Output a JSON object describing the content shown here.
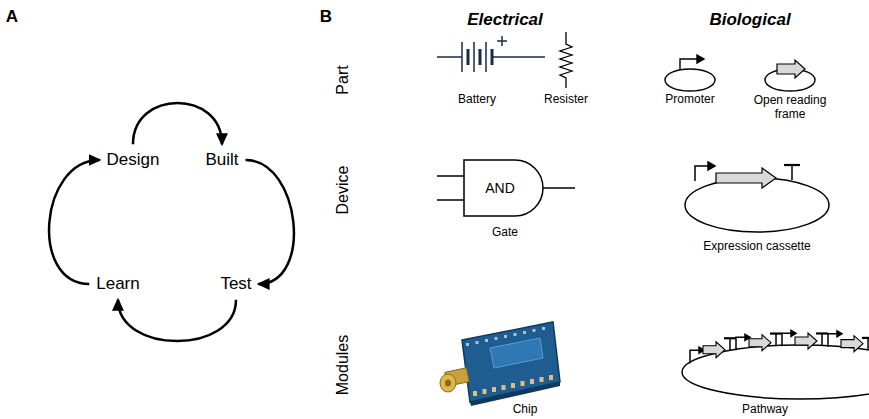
{
  "diagram": {
    "nodes": [
      {
        "text": [
          "Design"
        ]
      },
      {
        "text": [
          "Built"
        ]
      },
      {
        "text": [
          "Learn"
        ]
      },
      {
        "text": [
          "Test"
        ]
      }
    ],
    "edges": [
      {
        "from": 0,
        "to": 1,
        "arrow": "to"
      },
      {
        "from": 1,
        "to": 3,
        "arrow": "to"
      },
      {
        "from": 3,
        "to": 2,
        "arrow": "to"
      },
      {
        "from": 2,
        "to": 0,
        "arrow": "to"
      }
    ],
    "labels": [
      "A",
      "B",
      "Electrical",
      "Biological",
      "Part",
      "Device",
      "Modules",
      "Battery",
      "Resister",
      "Promoter",
      "Open reading frame",
      "AND",
      "Gate",
      "Expression cassette",
      "Chip",
      "Pathway"
    ]
  }
}
